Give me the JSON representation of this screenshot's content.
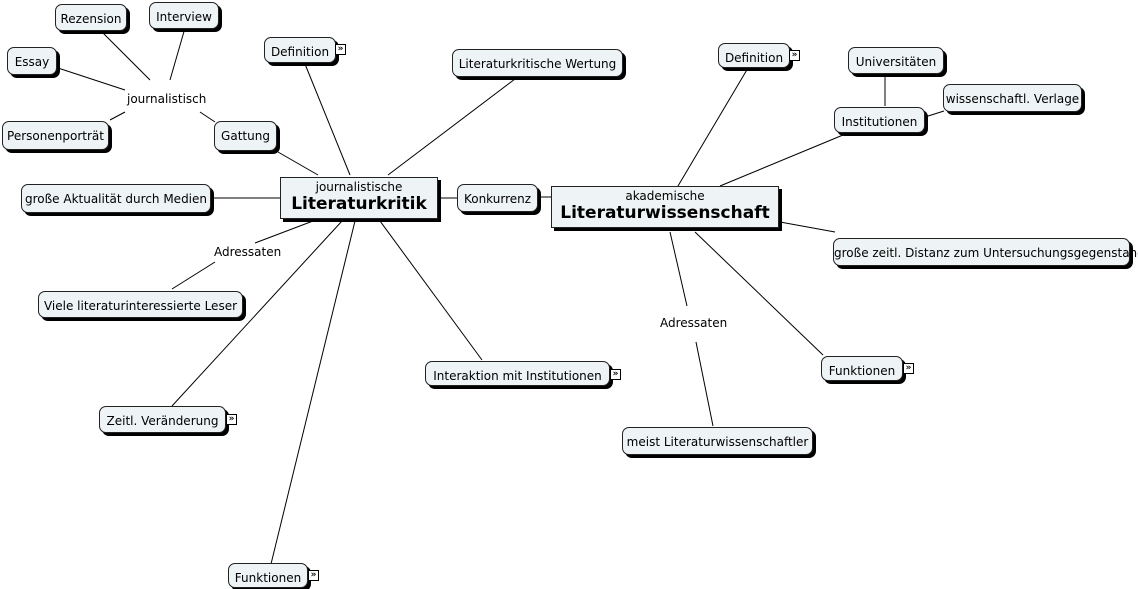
{
  "left_topic": {
    "subtitle": "journalistische",
    "title": "Literaturkritik"
  },
  "right_topic": {
    "subtitle": "akademische",
    "title": "Literaturwissenschaft"
  },
  "connector": {
    "label": "Konkurrenz"
  },
  "left_branches": {
    "journalistisch": "journalistisch",
    "rezension": "Rezension",
    "interview": "Interview",
    "essay": "Essay",
    "personenportraet": "Personenporträt",
    "gattung": "Gattung",
    "definition": "Definition",
    "wertung": "Literaturkritische Wertung",
    "aktualitaet": "große Aktualität durch Medien",
    "adressaten": "Adressaten",
    "leser": "Viele literaturinteressierte Leser",
    "veraenderung": "Zeitl. Veränderung",
    "interaktion": "Interaktion mit Institutionen",
    "funktionen": "Funktionen"
  },
  "right_branches": {
    "definition": "Definition",
    "universitaeten": "Universitäten",
    "verlage": "wissenschaftl. Verlage",
    "institutionen": "Institutionen",
    "distanz": "große zeitl. Distanz zum Untersuchungsgegenstand",
    "adressaten": "Adressaten",
    "funktionen": "Funktionen",
    "literaturwissenschaftler": "meist Literaturwissenschaftler"
  },
  "expand_glyph": "»"
}
